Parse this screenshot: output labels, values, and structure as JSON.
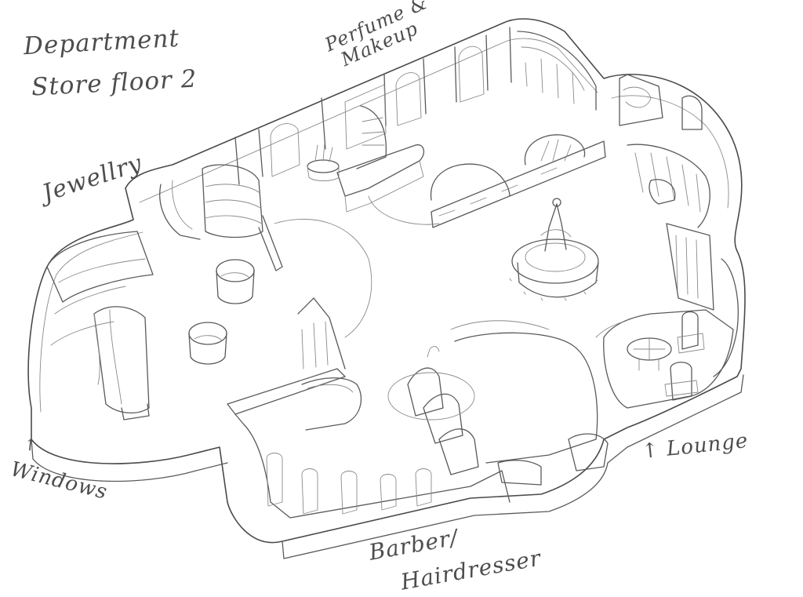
{
  "title": {
    "line1": "Department",
    "line2": "Store floor 2"
  },
  "areas": {
    "jewellery": "Jewellry",
    "perfume_line1": "Perfume &",
    "perfume_line2": "Makeup",
    "windows": "Windows",
    "windows_arrow": "↗",
    "lounge": "↑ Lounge",
    "barber_line1": "Barber/",
    "barber_line2": "Hairdresser"
  },
  "colors": {
    "ink": "#5a5a5a",
    "paper": "#ffffff"
  }
}
